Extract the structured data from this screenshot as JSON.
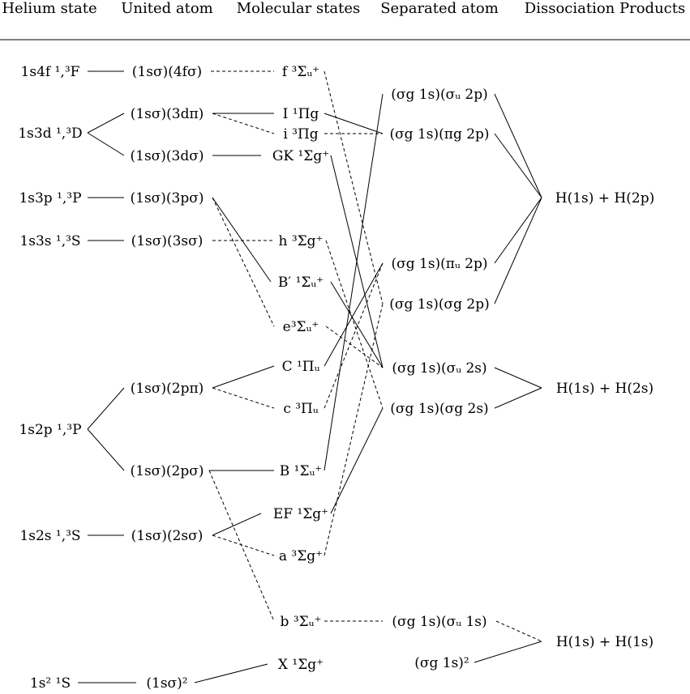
{
  "headers": {
    "helium": "Helium state",
    "united": "United atom",
    "molecular": "Molecular states",
    "separated": "Separated atom",
    "dissociation": "Dissociation Products"
  },
  "helium_states": [
    {
      "id": "he_4f",
      "text": "1s4f ¹,³F"
    },
    {
      "id": "he_3d",
      "text": "1s3d ¹,³D"
    },
    {
      "id": "he_3p",
      "text": "1s3p ¹,³P"
    },
    {
      "id": "he_3s",
      "text": "1s3s ¹,³S"
    },
    {
      "id": "he_2p",
      "text": "1s2p ¹,³P"
    },
    {
      "id": "he_2s",
      "text": "1s2s ¹,³S"
    },
    {
      "id": "he_1s2",
      "text": "1s² ¹S"
    }
  ],
  "united_atom": [
    {
      "id": "ua_4fs",
      "text": "(1sσ)(4fσ)"
    },
    {
      "id": "ua_3dp",
      "text": "(1sσ)(3dπ)"
    },
    {
      "id": "ua_3ds",
      "text": "(1sσ)(3dσ)"
    },
    {
      "id": "ua_3ps",
      "text": "(1sσ)(3pσ)"
    },
    {
      "id": "ua_3ss",
      "text": "(1sσ)(3sσ)"
    },
    {
      "id": "ua_2pp",
      "text": "(1sσ)(2pπ)"
    },
    {
      "id": "ua_2ps",
      "text": "(1sσ)(2pσ)"
    },
    {
      "id": "ua_2ss",
      "text": "(1sσ)(2sσ)"
    },
    {
      "id": "ua_1s2",
      "text": "(1sσ)²"
    }
  ],
  "molecular_states": [
    {
      "id": "m_f",
      "text": "f ³Σᵤ⁺"
    },
    {
      "id": "m_I",
      "text": "I ¹Πg"
    },
    {
      "id": "m_i",
      "text": "i ³Πg"
    },
    {
      "id": "m_GK",
      "text": "GK ¹Σg⁺"
    },
    {
      "id": "m_h",
      "text": "h ³Σg⁺"
    },
    {
      "id": "m_Bp",
      "text": "B′ ¹Σᵤ⁺"
    },
    {
      "id": "m_e",
      "text": "e³Σᵤ⁺"
    },
    {
      "id": "m_C",
      "text": "C ¹Πᵤ"
    },
    {
      "id": "m_c",
      "text": "c ³Πᵤ"
    },
    {
      "id": "m_B",
      "text": "B ¹Σᵤ⁺"
    },
    {
      "id": "m_EF",
      "text": "EF ¹Σg⁺"
    },
    {
      "id": "m_a",
      "text": "a ³Σg⁺"
    },
    {
      "id": "m_b",
      "text": "b ³Σᵤ⁺"
    },
    {
      "id": "m_X",
      "text": "X ¹Σg⁺"
    }
  ],
  "separated_atom": [
    {
      "id": "s_su2p",
      "text": "(σg 1s)(σᵤ 2p)"
    },
    {
      "id": "s_pg2p",
      "text": "(σg 1s)(πg 2p)"
    },
    {
      "id": "s_pu2p",
      "text": "(σg 1s)(πᵤ 2p)"
    },
    {
      "id": "s_sg2p",
      "text": "(σg 1s)(σg 2p)"
    },
    {
      "id": "s_su2s",
      "text": "(σg 1s)(σᵤ 2s)"
    },
    {
      "id": "s_sg2s",
      "text": "(σg 1s)(σg 2s)"
    },
    {
      "id": "s_su1s",
      "text": "(σg 1s)(σᵤ 1s)"
    },
    {
      "id": "s_sg1s2",
      "text": "(σg 1s)²"
    }
  ],
  "products": [
    {
      "id": "p_2p",
      "text": "H(1s) + H(2p)"
    },
    {
      "id": "p_2s",
      "text": "H(1s) + H(2s)"
    },
    {
      "id": "p_1s",
      "text": "H(1s) + H(1s)"
    }
  ],
  "connections": [
    {
      "from": "he_4f",
      "to": "ua_4fs",
      "style": "solid"
    },
    {
      "from": "he_3d",
      "to": "ua_3dp",
      "style": "solid"
    },
    {
      "from": "he_3d",
      "to": "ua_3ds",
      "style": "solid"
    },
    {
      "from": "he_3p",
      "to": "ua_3ps",
      "style": "solid"
    },
    {
      "from": "he_3s",
      "to": "ua_3ss",
      "style": "solid"
    },
    {
      "from": "he_2p",
      "to": "ua_2pp",
      "style": "solid"
    },
    {
      "from": "he_2p",
      "to": "ua_2ps",
      "style": "solid"
    },
    {
      "from": "he_2s",
      "to": "ua_2ss",
      "style": "solid"
    },
    {
      "from": "he_1s2",
      "to": "ua_1s2",
      "style": "solid"
    },
    {
      "from": "ua_4fs",
      "to": "m_f",
      "style": "dashed"
    },
    {
      "from": "ua_3dp",
      "to": "m_I",
      "style": "solid"
    },
    {
      "from": "ua_3dp",
      "to": "m_i",
      "style": "dashed"
    },
    {
      "from": "ua_3ds",
      "to": "m_GK",
      "style": "solid"
    },
    {
      "from": "ua_3ps",
      "to": "m_Bp",
      "style": "solid"
    },
    {
      "from": "ua_3ps",
      "to": "m_e",
      "style": "dashed"
    },
    {
      "from": "ua_3ss",
      "to": "m_h",
      "style": "dashed"
    },
    {
      "from": "ua_2pp",
      "to": "m_C",
      "style": "solid"
    },
    {
      "from": "ua_2pp",
      "to": "m_c",
      "style": "dashed"
    },
    {
      "from": "ua_2ps",
      "to": "m_B",
      "style": "solid"
    },
    {
      "from": "ua_2ps",
      "to": "m_b",
      "style": "dashed"
    },
    {
      "from": "ua_2ss",
      "to": "m_EF",
      "style": "solid"
    },
    {
      "from": "ua_2ss",
      "to": "m_a",
      "style": "dashed"
    },
    {
      "from": "ua_1s2",
      "to": "m_X",
      "style": "solid"
    },
    {
      "from": "m_f",
      "to": "s_sg2p",
      "style": "dashed"
    },
    {
      "from": "m_I",
      "to": "s_pg2p",
      "style": "solid"
    },
    {
      "from": "m_i",
      "to": "s_pg2p",
      "style": "dashed"
    },
    {
      "from": "m_GK",
      "to": "s_su2s",
      "style": "solid"
    },
    {
      "from": "m_h",
      "to": "s_sg2s",
      "style": "dashed"
    },
    {
      "from": "m_Bp",
      "to": "s_su2s",
      "style": "solid"
    },
    {
      "from": "m_e",
      "to": "s_su2s",
      "style": "dashed"
    },
    {
      "from": "m_C",
      "to": "s_pu2p",
      "style": "solid"
    },
    {
      "from": "m_c",
      "to": "s_pu2p",
      "style": "dashed"
    },
    {
      "from": "m_B",
      "to": "s_su2p",
      "style": "solid"
    },
    {
      "from": "m_EF",
      "to": "s_sg2s",
      "style": "solid"
    },
    {
      "from": "m_a",
      "to": "s_sg2p",
      "style": "dashed"
    },
    {
      "from": "m_b",
      "to": "s_su1s",
      "style": "dashed"
    },
    {
      "from": "s_su2p",
      "to": "p_2p",
      "style": "solid"
    },
    {
      "from": "s_pg2p",
      "to": "p_2p",
      "style": "solid"
    },
    {
      "from": "s_pu2p",
      "to": "p_2p",
      "style": "solid"
    },
    {
      "from": "s_sg2p",
      "to": "p_2p",
      "style": "solid"
    },
    {
      "from": "s_su2s",
      "to": "p_2s",
      "style": "solid"
    },
    {
      "from": "s_sg2s",
      "to": "p_2s",
      "style": "solid"
    },
    {
      "from": "s_su1s",
      "to": "p_1s",
      "style": "dashed"
    },
    {
      "from": "s_sg1s2",
      "to": "p_1s",
      "style": "solid"
    }
  ]
}
